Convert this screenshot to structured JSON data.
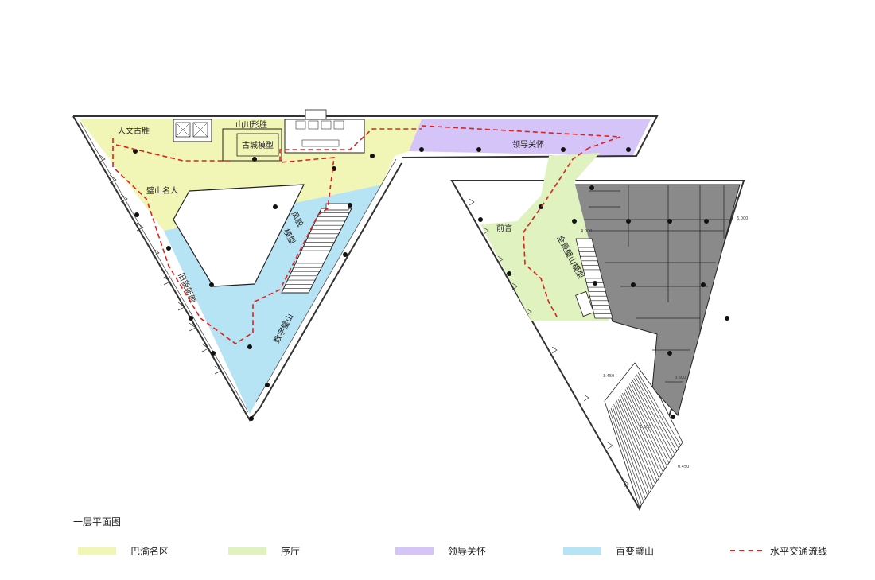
{
  "title": "一层平面图",
  "labels": {
    "renwen": "人文古胜",
    "shanchuan": "山川形胜",
    "gucheng": "古城模型",
    "bishan_mingren": "璧山名人",
    "lingdao_top": "领导关怀",
    "fengmao": "风貌",
    "fengmao2": "模型",
    "jiuxian": "旧貌新颜",
    "shuzi": "数字璧山",
    "qianyan": "前言",
    "quanjing": "全景璧山模型"
  },
  "elevations": {
    "e1": "4.000",
    "e2": "6.000",
    "e3": "3.450",
    "e4": "3.600",
    "e5": "1.500",
    "e6": "0.450"
  },
  "legend": [
    {
      "label": "巴渝名区",
      "color": "#f1f6b6"
    },
    {
      "label": "序厅",
      "color": "#dff2c0"
    },
    {
      "label": "领导关怀",
      "color": "#d4c4f8"
    },
    {
      "label": "百变璧山",
      "color": "#b6e4f4"
    },
    {
      "label": "水平交通流线",
      "color": "#e02020"
    }
  ],
  "colors": {
    "yellow": "#f1f6b6",
    "green": "#dff2c0",
    "purple": "#d4c4f8",
    "blue": "#b6e4f4",
    "gray": "#8a8a8a",
    "route": "#e02020"
  }
}
